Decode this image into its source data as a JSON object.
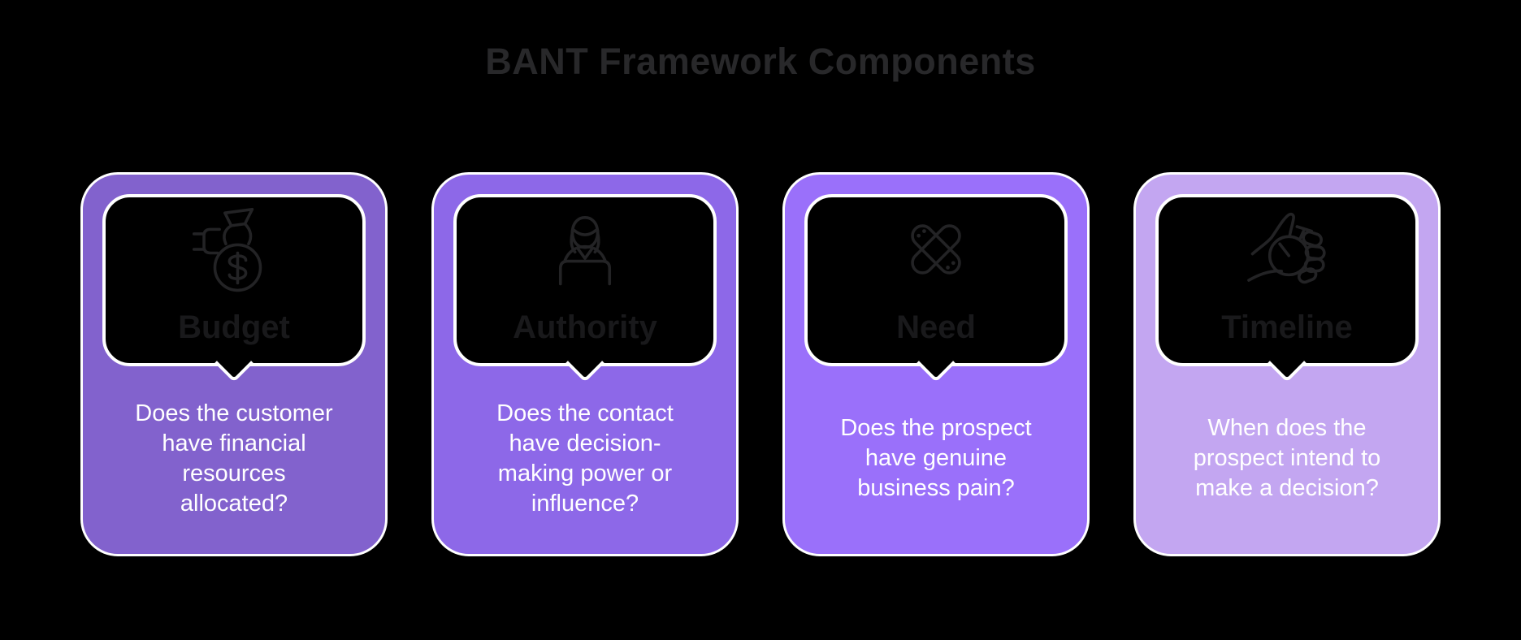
{
  "page": {
    "background": "#000000"
  },
  "heading": {
    "text": "BANT Framework Components",
    "color": "#28282a"
  },
  "style": {
    "card_border": "#ffffff",
    "bubble_stroke": "#ffffff",
    "icon_stroke": "#232325",
    "card_title_color": "#19191b",
    "description_color": "#ffffff"
  },
  "cards": [
    {
      "title": "Budget",
      "icon": "money-bag-icon",
      "description": "Does the customer\nhave financial\nresources\nallocated?",
      "color": "#8262cd"
    },
    {
      "title": "Authority",
      "icon": "person-at-desk-icon",
      "description": "Does the contact\nhave decision-\nmaking power or\ninfluence?",
      "color": "#8d68e8"
    },
    {
      "title": "Need",
      "icon": "crossed-bandages-icon",
      "description": "Does the prospect\nhave genuine\nbusiness pain?",
      "color": "#9a70fa"
    },
    {
      "title": "Timeline",
      "icon": "hand-stopwatch-icon",
      "description": "When does the\nprospect intend to\nmake a decision?",
      "color": "#c3a6f1"
    }
  ]
}
